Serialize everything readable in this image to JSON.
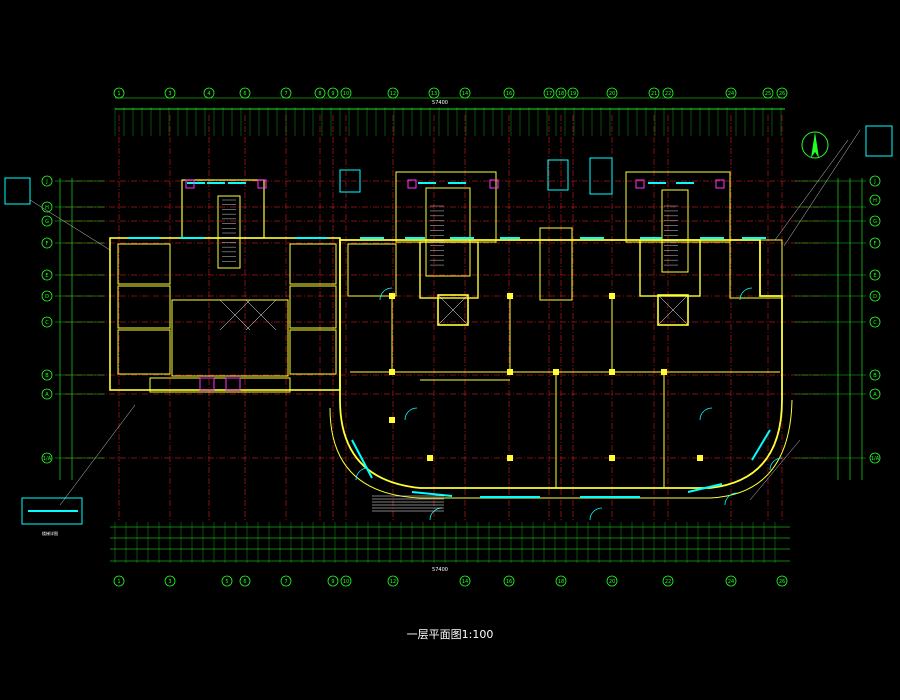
{
  "axes_top": [
    "1",
    "3",
    "4",
    "6",
    "7",
    "8",
    "9",
    "10",
    "12",
    "13",
    "14",
    "16",
    "17",
    "18",
    "19",
    "20",
    "21",
    "22",
    "24",
    "25",
    "26"
  ],
  "axes_bottom": [
    "1",
    "3",
    "5",
    "6",
    "7",
    "9",
    "10",
    "12",
    "14",
    "16",
    "18",
    "20",
    "22",
    "24",
    "26"
  ],
  "axes_left": [
    "J",
    "H",
    "G",
    "F",
    "E",
    "D",
    "C",
    "B",
    "A",
    "1/A"
  ],
  "axes_right": [
    "J",
    "H",
    "G",
    "F",
    "E",
    "D",
    "C",
    "B",
    "A",
    "1/A"
  ],
  "overall_dimension": "57400",
  "bottom_overall_dimension": "57400",
  "detail_label": "楼梯详图",
  "drawing_title": "一层平面图1:100",
  "colors": {
    "background": "#000000",
    "axis_line": "#ff2020",
    "wall": "#ffff33",
    "dimension": "#22ff22",
    "window": "#00ffff",
    "annotation": "#ffffff",
    "highlight": "#ff33ff"
  }
}
